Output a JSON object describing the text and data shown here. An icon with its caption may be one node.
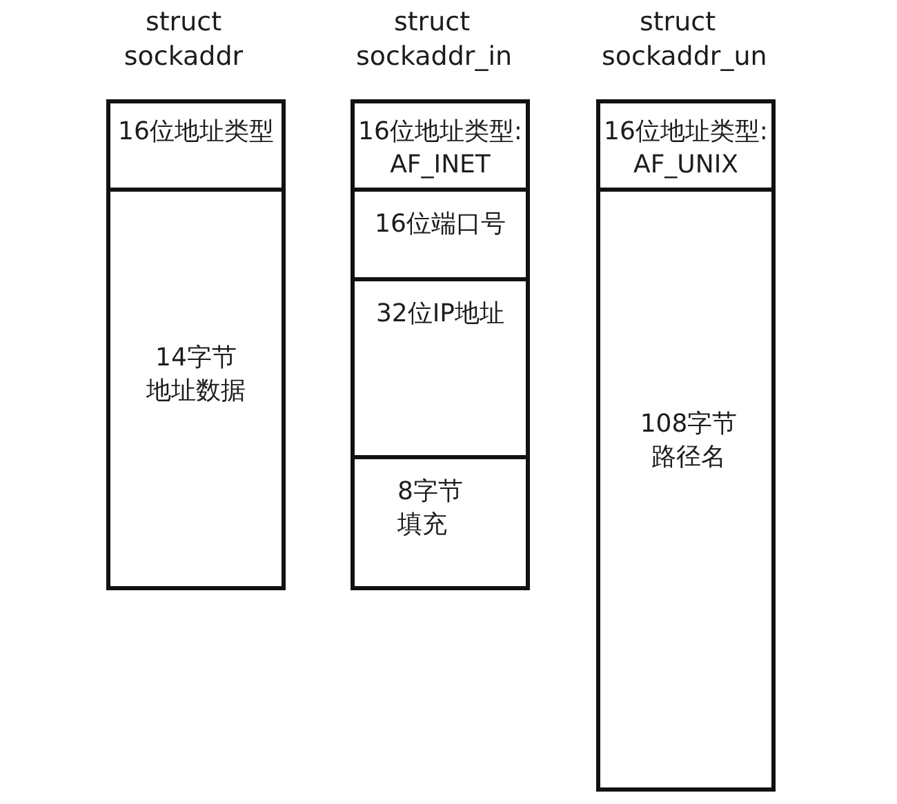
{
  "diagram": {
    "nodes": [
      {
        "text": [
          "struct sockaddr"
        ]
      },
      {
        "text": [
          "16位地址类型"
        ],
        "in": 0
      },
      {
        "text": [
          "14字节地址数据"
        ],
        "in": 0
      },
      {
        "text": [
          "struct sockaddr_in"
        ]
      },
      {
        "text": [
          "16位地址类型: AF_INET"
        ],
        "in": 3
      },
      {
        "text": [
          "16位端口号"
        ],
        "in": 3
      },
      {
        "text": [
          "32位IP地址"
        ],
        "in": 3
      },
      {
        "text": [
          "8字节填充"
        ],
        "in": 3
      },
      {
        "text": [
          "struct sockaddr_un"
        ]
      },
      {
        "text": [
          "16位地址类型: AF_UNIX"
        ],
        "in": 8
      },
      {
        "text": [
          "108字节路径名"
        ],
        "in": 8
      }
    ]
  }
}
